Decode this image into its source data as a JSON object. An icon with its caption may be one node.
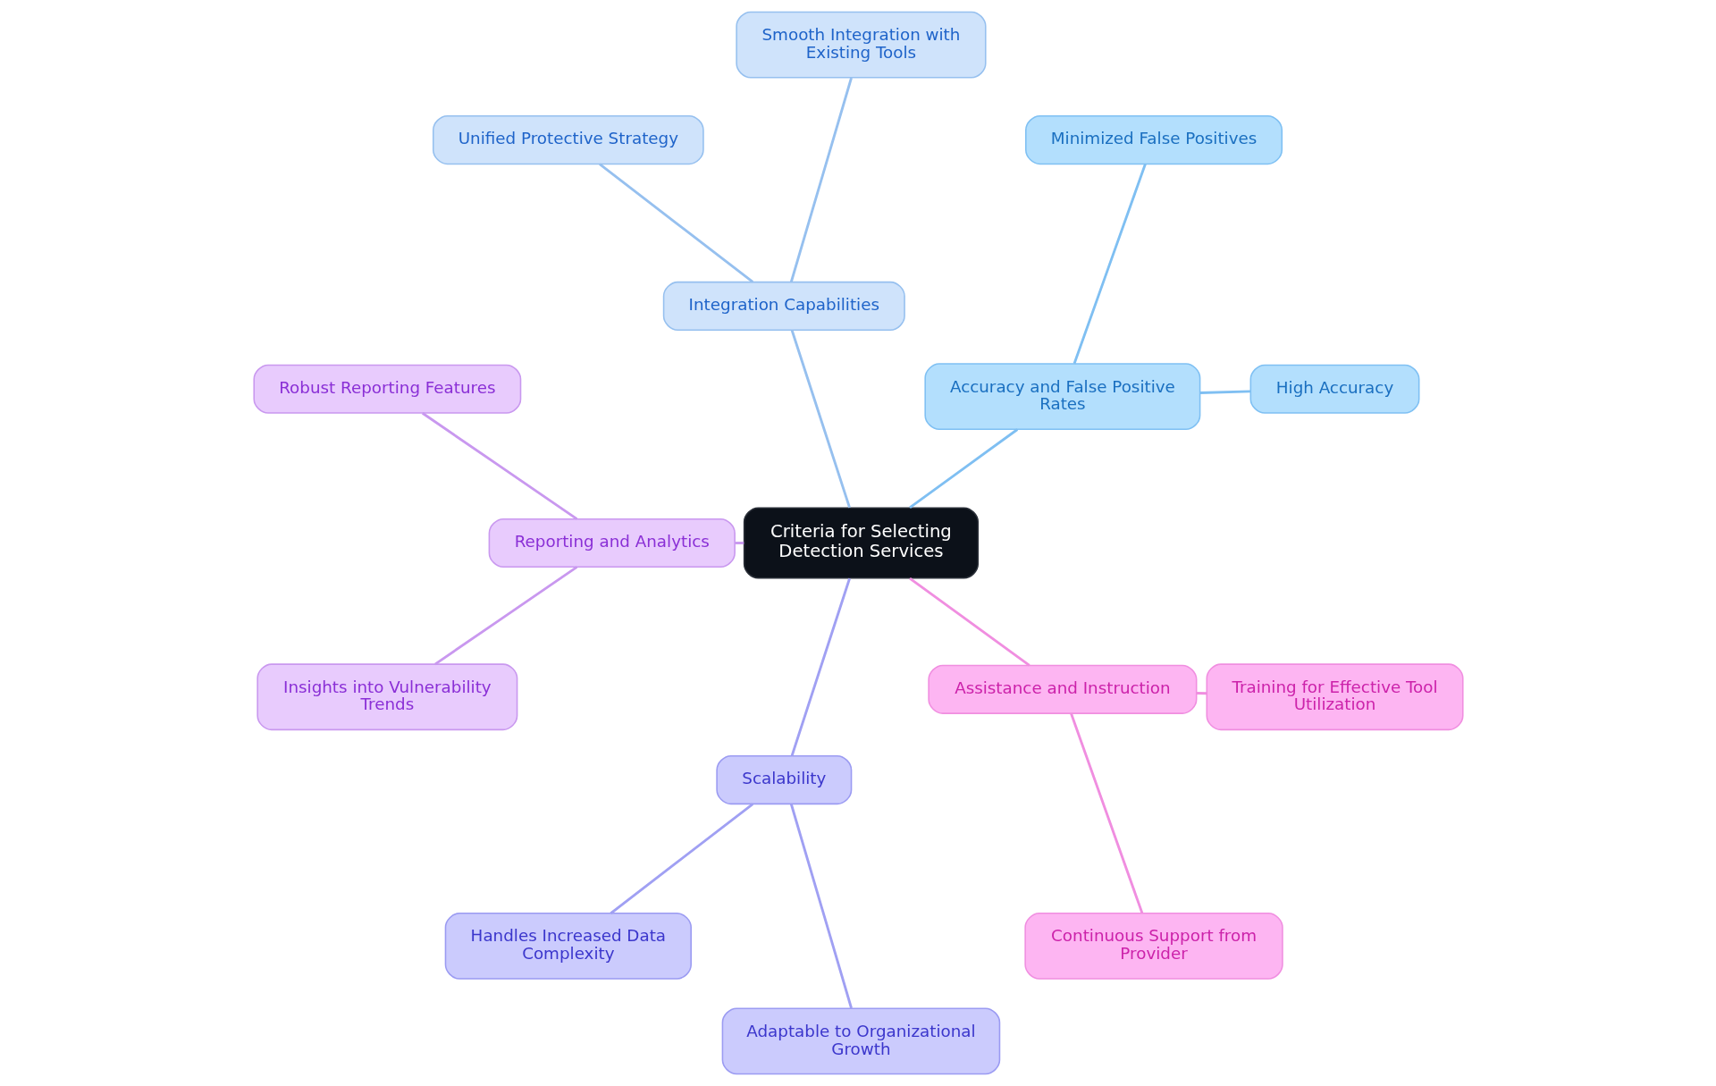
{
  "diagram": {
    "nodes": [
      {
        "text": [
          "Criteria for Selecting Detection Services"
        ]
      },
      {
        "text": [
          "Accuracy and False Positive Rates"
        ]
      },
      {
        "text": [
          "High Accuracy"
        ]
      },
      {
        "text": [
          "Minimized False Positives"
        ]
      },
      {
        "text": [
          "Integration Capabilities"
        ]
      },
      {
        "text": [
          "Smooth Integration with Existing Tools"
        ]
      },
      {
        "text": [
          "Unified Protective Strategy"
        ]
      },
      {
        "text": [
          "Reporting and Analytics"
        ]
      },
      {
        "text": [
          "Robust Reporting Features"
        ]
      },
      {
        "text": [
          "Insights into Vulnerability Trends"
        ]
      },
      {
        "text": [
          "Scalability"
        ]
      },
      {
        "text": [
          "Handles Increased Data Complexity"
        ]
      },
      {
        "text": [
          "Adaptable to Organizational Growth"
        ]
      },
      {
        "text": [
          "Assistance and Instruction"
        ]
      },
      {
        "text": [
          "Continuous Support from Provider"
        ]
      },
      {
        "text": [
          "Training for Effective Tool Utilization"
        ]
      }
    ],
    "edges": [
      {
        "from": 0,
        "to": 1,
        "arrow": "none",
        "color": "#7fbff2"
      },
      {
        "from": 1,
        "to": 2,
        "arrow": "none",
        "color": "#7fbff2"
      },
      {
        "from": 1,
        "to": 3,
        "arrow": "none",
        "color": "#7fbff2"
      },
      {
        "from": 0,
        "to": 4,
        "arrow": "none",
        "color": "#96c0ef"
      },
      {
        "from": 4,
        "to": 5,
        "arrow": "none",
        "color": "#96c0ef"
      },
      {
        "from": 4,
        "to": 6,
        "arrow": "none",
        "color": "#96c0ef"
      },
      {
        "from": 0,
        "to": 7,
        "arrow": "none",
        "color": "#c998ef"
      },
      {
        "from": 7,
        "to": 8,
        "arrow": "none",
        "color": "#c998ef"
      },
      {
        "from": 7,
        "to": 9,
        "arrow": "none",
        "color": "#c998ef"
      },
      {
        "from": 0,
        "to": 10,
        "arrow": "none",
        "color": "#a0a0f3"
      },
      {
        "from": 10,
        "to": 11,
        "arrow": "none",
        "color": "#a0a0f3"
      },
      {
        "from": 10,
        "to": 12,
        "arrow": "none",
        "color": "#a0a0f3"
      },
      {
        "from": 0,
        "to": 13,
        "arrow": "none",
        "color": "#f08ee0"
      },
      {
        "from": 13,
        "to": 14,
        "arrow": "none",
        "color": "#f08ee0"
      },
      {
        "from": 13,
        "to": 15,
        "arrow": "none",
        "color": "#f08ee0"
      }
    ]
  }
}
